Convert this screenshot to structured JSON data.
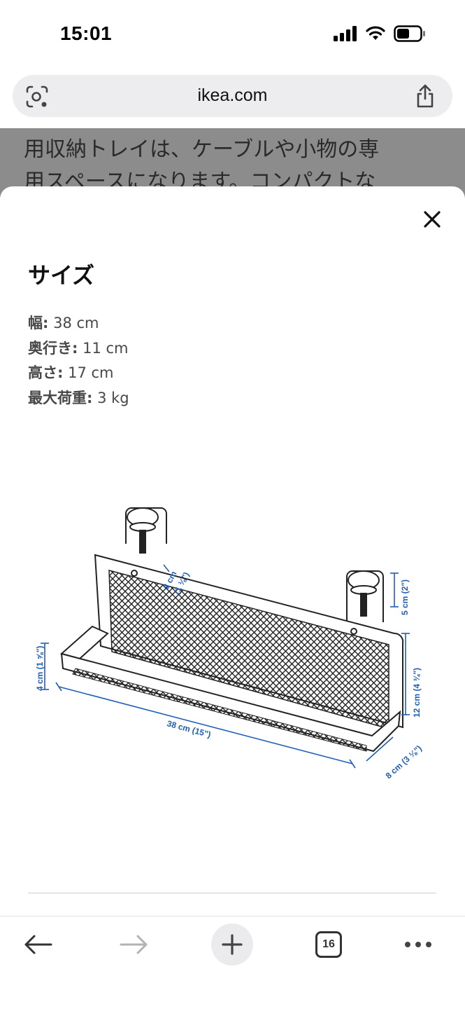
{
  "status_bar": {
    "time": "15:01"
  },
  "browser": {
    "url": "ikea.com",
    "tab_count": "16"
  },
  "background_page": {
    "lines": [
      "用収納トレイは、ケーブルや小物の専",
      "用スペースになります。コンパクトな"
    ]
  },
  "size_sheet": {
    "title": "サイズ",
    "specs": [
      {
        "label": "幅:",
        "value": "38 cm"
      },
      {
        "label": "奥行き:",
        "value": "11 cm"
      },
      {
        "label": "高さ:",
        "value": "17 cm"
      },
      {
        "label": "最大荷重:",
        "value": "3 kg"
      }
    ],
    "diagram_labels": {
      "gap": "3 cm",
      "gap_in": "(1 ⅛\")",
      "clamp": "5 cm (2\")",
      "side": "4 cm (1 ⅝\")",
      "height": "12 cm (4 ¾\")",
      "width": "38 cm (15\")",
      "depth": "8 cm (3 ⅛\")"
    }
  },
  "colors": {
    "dimension_blue": "#1f5fb8",
    "overlay_gray": "#8c8c8c"
  }
}
